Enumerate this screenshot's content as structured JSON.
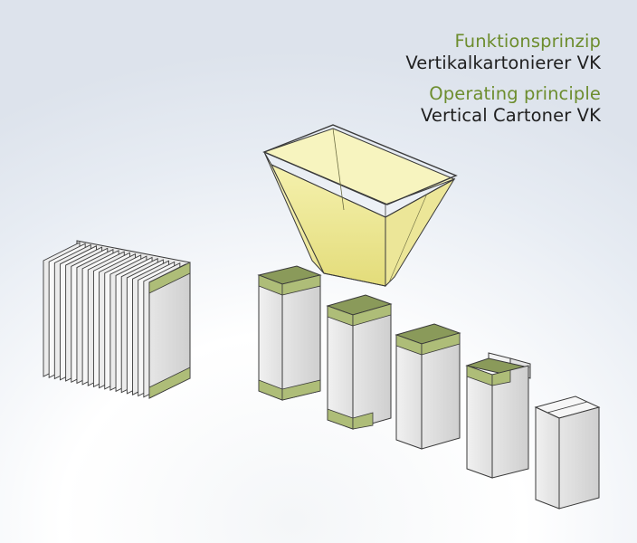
{
  "caption": {
    "de_title": "Funktionsprinzip",
    "de_subtitle": "Vertikalkartonierer VK",
    "en_title": "Operating principle",
    "en_subtitle": "Vertical Cartoner VK"
  },
  "colors": {
    "accent_green": "#6d8d2e",
    "band_green": "#aebd78",
    "hopper_yellow": "#f1ec9a",
    "outline": "#3a3a3a"
  },
  "diagram": {
    "flat_blank_count": 20,
    "carton_steps": [
      "erected-sleeve",
      "erected-sleeve",
      "bottom-closed",
      "filling",
      "top-closing",
      "closed"
    ]
  }
}
